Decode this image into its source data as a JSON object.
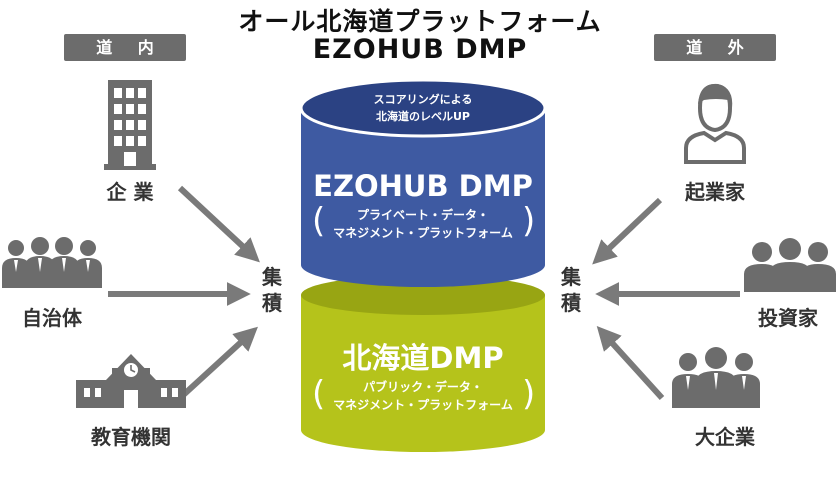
{
  "header": {
    "title": "オール北海道プラットフォーム",
    "subtitle": "EZOHUB DMP"
  },
  "left": {
    "region": "道 内",
    "items": [
      "企 業",
      "自治体",
      "教育機関"
    ],
    "accumulate": "集積"
  },
  "right": {
    "region": "道 外",
    "items": [
      "起業家",
      "投資家",
      "大企業"
    ],
    "accumulate": "集積"
  },
  "cylinder": {
    "top_text_1": "スコアリングによる",
    "top_text_2": "北海道のレベルUP",
    "upper_title": "EZOHUB DMP",
    "upper_sub_1": "プライベート・データ・",
    "upper_sub_2": "マネジメント・プラットフォーム",
    "lower_title": "北海道DMP",
    "lower_sub_1": "パブリック・データ・",
    "lower_sub_2": "マネジメント・プラットフォーム"
  },
  "colors": {
    "blue": "#3e5aa2",
    "blue_dark": "#2b4283",
    "green": "#b5c31b",
    "green_dark": "#98a513",
    "gray": "#6c6c6c",
    "arrow": "#7a7a7a"
  }
}
